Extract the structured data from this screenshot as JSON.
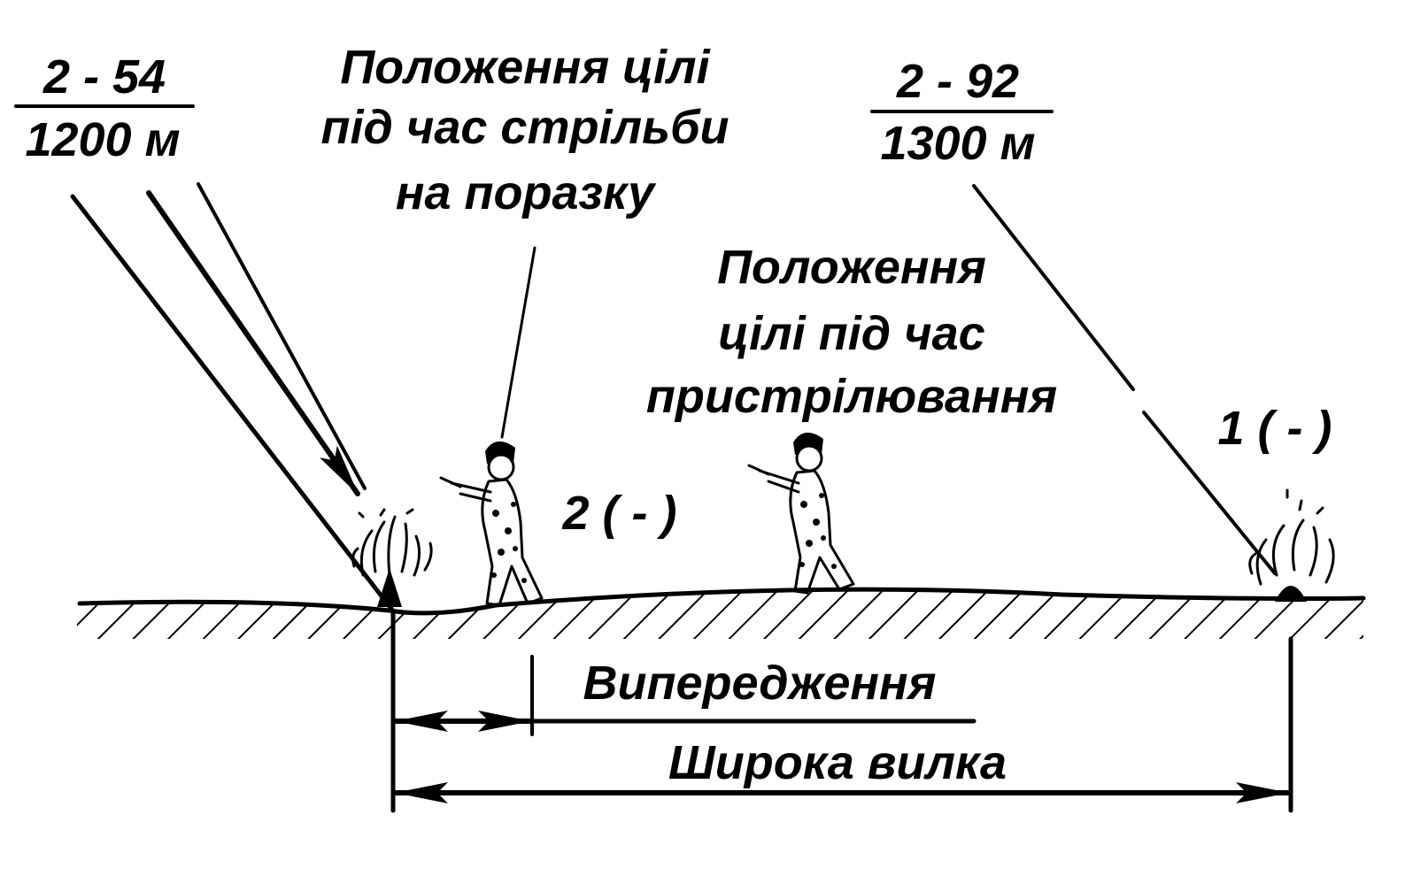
{
  "colors": {
    "ink": "#000000",
    "paper": "#ffffff"
  },
  "left_setting": {
    "sight": "2 - 54",
    "range": "1200 м"
  },
  "right_setting": {
    "sight": "2 - 92",
    "range": "1300 м"
  },
  "target_fire_for_effect": {
    "line1": "Положення цілі",
    "line2": "під час стрільби",
    "line3": "на поразку"
  },
  "target_adjustment": {
    "line1": "Положення",
    "line2": "цілі під час",
    "line3": "пристрілювання"
  },
  "burst_labels": {
    "first": "1 ( - )",
    "second": "2 ( - )"
  },
  "dimensions": {
    "lead": "Випередження",
    "wide_bracket": "Широка вилка"
  },
  "icons": [
    "soldier-icon",
    "shell-burst-icon",
    "arrow-icon"
  ]
}
